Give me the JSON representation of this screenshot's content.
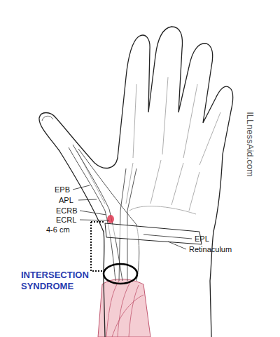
{
  "diagram": {
    "labels": [
      "EPB",
      "APL",
      "ECRB",
      "ECRL",
      "4-6 cm",
      "EPL",
      "Retinaculum",
      "INTERSECTION SYNDROME",
      "ILLnessAid.com"
    ]
  }
}
